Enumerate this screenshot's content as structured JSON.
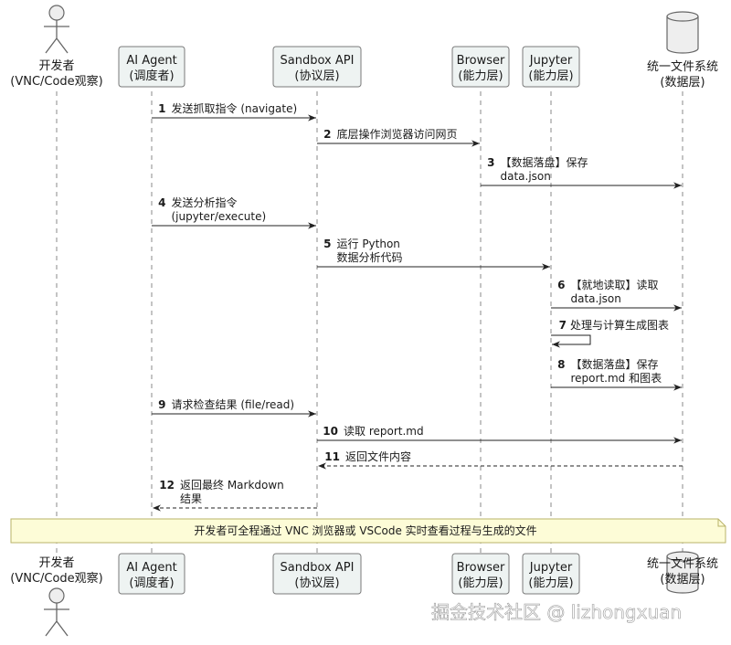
{
  "participants": [
    {
      "id": "dev",
      "lines": [
        "开发者",
        "(VNC/Code观察)"
      ]
    },
    {
      "id": "agent",
      "lines": [
        "AI Agent",
        "(调度者)"
      ]
    },
    {
      "id": "api",
      "lines": [
        "Sandbox API",
        "(协议层)"
      ]
    },
    {
      "id": "browser",
      "lines": [
        "Browser",
        "(能力层)"
      ]
    },
    {
      "id": "jupyter",
      "lines": [
        "Jupyter",
        "(能力层)"
      ]
    },
    {
      "id": "fs",
      "lines": [
        "统一文件系统",
        "(数据层)"
      ]
    }
  ],
  "messages": [
    {
      "n": "1",
      "from": "agent",
      "to": "api",
      "lines": [
        "发送抓取指令 (navigate)"
      ]
    },
    {
      "n": "2",
      "from": "api",
      "to": "browser",
      "lines": [
        "底层操作浏览器访问网页"
      ]
    },
    {
      "n": "3",
      "from": "browser",
      "to": "fs",
      "lines": [
        "【数据落盘】保存",
        "data.json"
      ]
    },
    {
      "n": "4",
      "from": "agent",
      "to": "api",
      "lines": [
        "发送分析指令",
        "(jupyter/execute)"
      ]
    },
    {
      "n": "5",
      "from": "api",
      "to": "jupyter",
      "lines": [
        "运行 Python",
        "数据分析代码"
      ]
    },
    {
      "n": "6",
      "from": "jupyter",
      "to": "fs",
      "lines": [
        "【就地读取】读取",
        "data.json"
      ]
    },
    {
      "n": "7",
      "from": "jupyter",
      "to": "jupyter",
      "lines": [
        "处理与计算生成图表"
      ]
    },
    {
      "n": "8",
      "from": "jupyter",
      "to": "fs",
      "lines": [
        "【数据落盘】保存",
        "report.md 和图表"
      ]
    },
    {
      "n": "9",
      "from": "agent",
      "to": "api",
      "lines": [
        "请求检查结果 (file/read)"
      ]
    },
    {
      "n": "10",
      "from": "api",
      "to": "fs",
      "lines": [
        "读取 report.md"
      ]
    },
    {
      "n": "11",
      "from": "fs",
      "to": "api",
      "dashed": true,
      "lines": [
        "返回文件内容"
      ]
    },
    {
      "n": "12",
      "from": "api",
      "to": "agent",
      "dashed": true,
      "lines": [
        "返回最终 Markdown",
        "结果"
      ]
    }
  ],
  "note": "开发者可全程通过 VNC 浏览器或 VSCode 实时查看过程与生成的文件",
  "watermark": "掘金技术社区 @ lizhongxuan"
}
